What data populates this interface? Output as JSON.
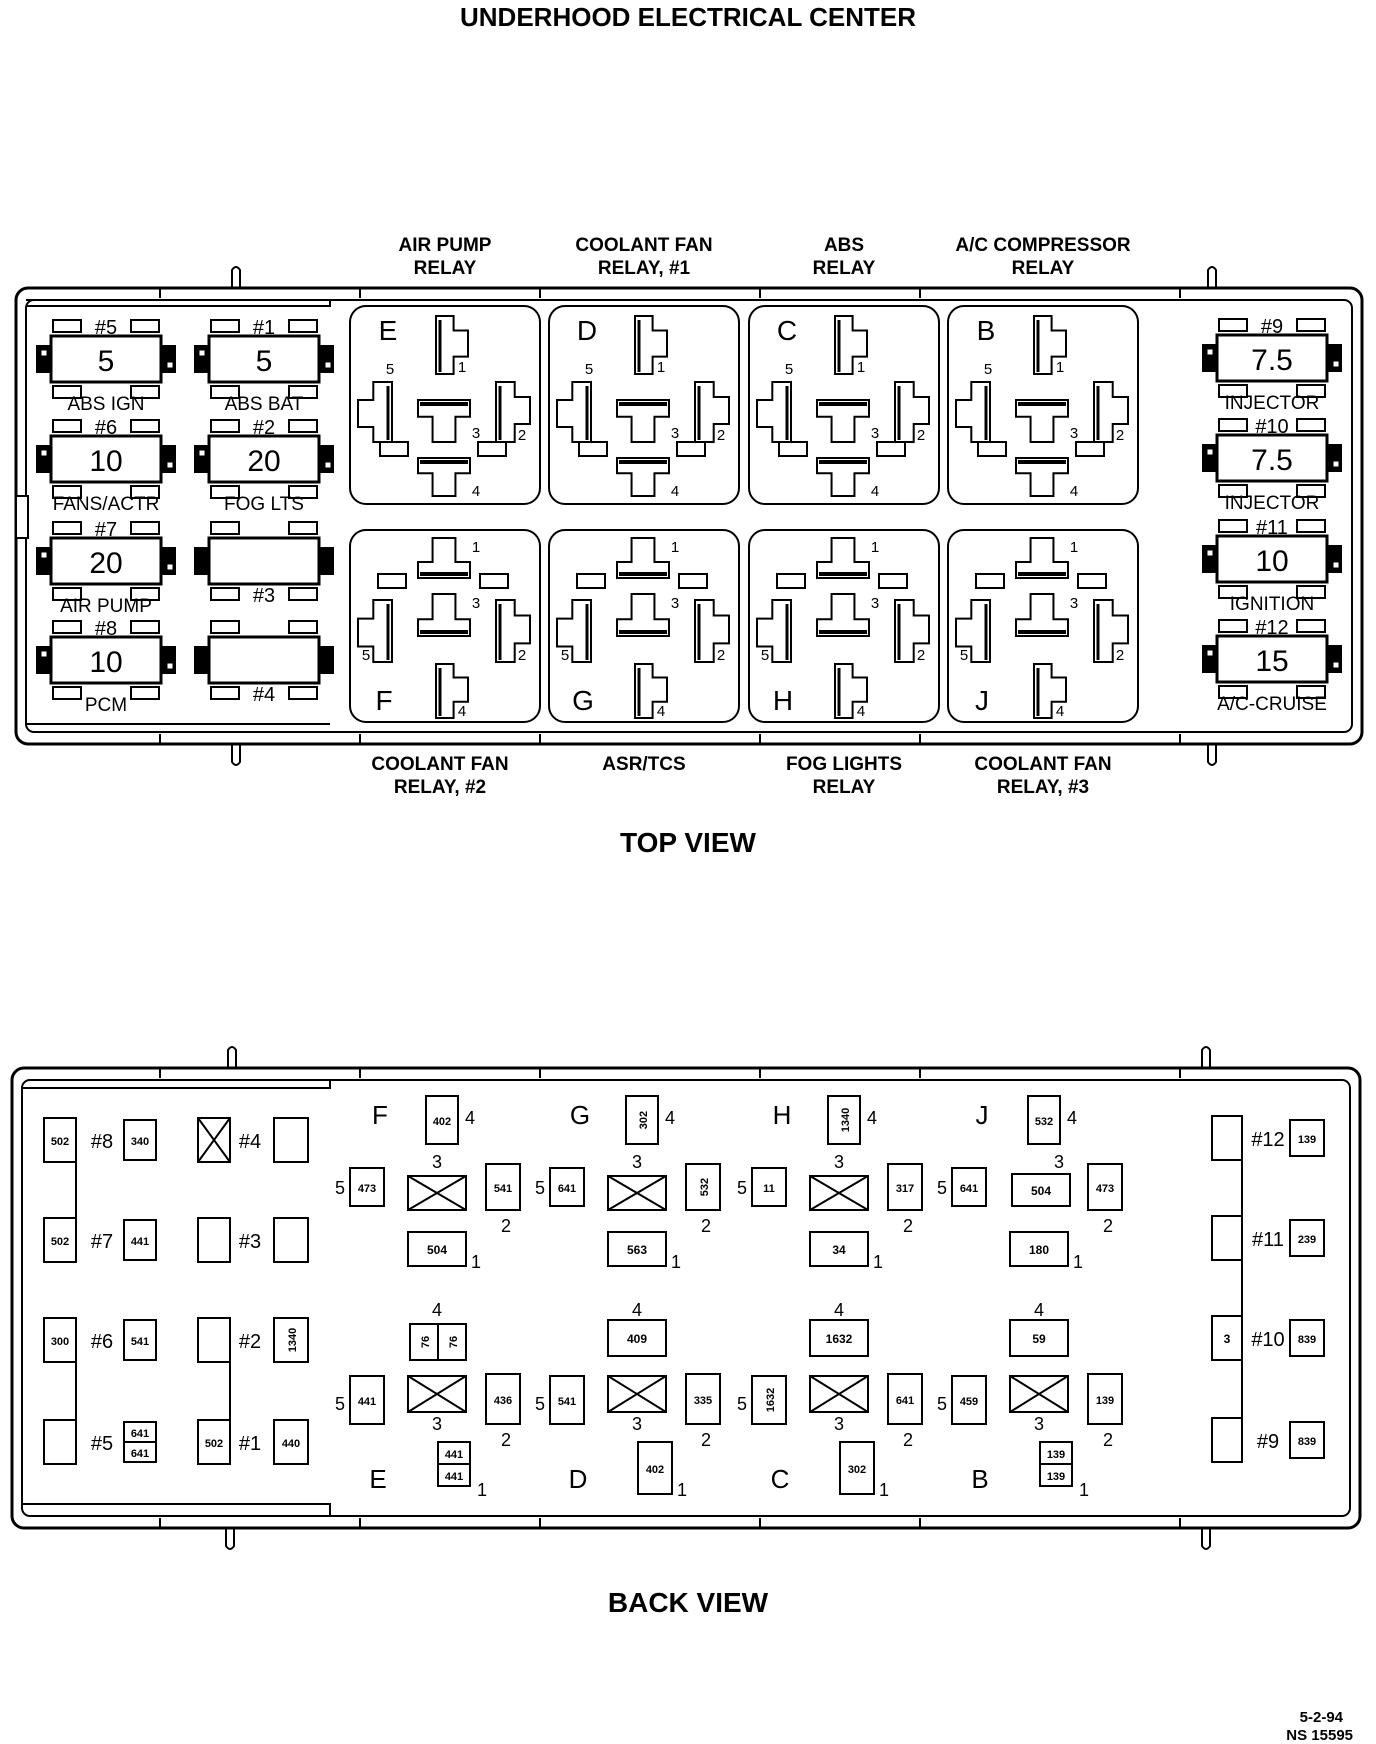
{
  "title": "UNDERHOOD ELECTRICAL CENTER",
  "top_view": {
    "caption": "TOP VIEW",
    "fuses_left": [
      {
        "num": "#5",
        "amp": "5",
        "label": "ABS IGN"
      },
      {
        "num": "#6",
        "amp": "10",
        "label": "FANS/ACTR"
      },
      {
        "num": "#7",
        "amp": "20",
        "label": "AIR PUMP"
      },
      {
        "num": "#8",
        "amp": "10",
        "label": "PCM"
      },
      {
        "num": "#1",
        "amp": "5",
        "label": "ABS BAT"
      },
      {
        "num": "#2",
        "amp": "20",
        "label": "FOG LTS"
      },
      {
        "num": "#3",
        "amp": "",
        "label": ""
      },
      {
        "num": "#4",
        "amp": "",
        "label": ""
      }
    ],
    "fuses_right": [
      {
        "num": "#9",
        "amp": "7.5",
        "label": "INJECTOR"
      },
      {
        "num": "#10",
        "amp": "7.5",
        "label": "INJECTOR"
      },
      {
        "num": "#11",
        "amp": "10",
        "label": "IGNITION"
      },
      {
        "num": "#12",
        "amp": "15",
        "label": "A/C-CRUISE"
      }
    ],
    "relays_top": [
      {
        "letter": "E",
        "label_lines": [
          "AIR PUMP",
          "RELAY"
        ]
      },
      {
        "letter": "D",
        "label_lines": [
          "COOLANT FAN",
          "RELAY, #1"
        ]
      },
      {
        "letter": "C",
        "label_lines": [
          "ABS",
          "RELAY"
        ]
      },
      {
        "letter": "B",
        "label_lines": [
          "A/C COMPRESSOR",
          "RELAY"
        ]
      }
    ],
    "relays_bottom": [
      {
        "letter": "F",
        "label_lines": [
          "COOLANT FAN",
          "RELAY, #2"
        ]
      },
      {
        "letter": "G",
        "label_lines": [
          "ASR/TCS"
        ]
      },
      {
        "letter": "H",
        "label_lines": [
          "FOG LIGHTS",
          "RELAY"
        ]
      },
      {
        "letter": "J",
        "label_lines": [
          "COOLANT FAN",
          "RELAY, #3"
        ]
      }
    ],
    "pin_numbers": [
      "1",
      "2",
      "3",
      "4",
      "5"
    ]
  },
  "back_view": {
    "caption": "BACK VIEW",
    "left_rows": [
      {
        "circ_a": "502",
        "num": "#8",
        "circ_b": "340"
      },
      {
        "circ_a": "502",
        "num": "#7",
        "circ_b": "441"
      },
      {
        "circ_a": "300",
        "num": "#6",
        "circ_b": "541"
      },
      {
        "circ_a": "",
        "num": "#5",
        "circ_b": "641",
        "circ_b2": "641"
      }
    ],
    "middle_rows": [
      {
        "circ_a": "",
        "num": "#4",
        "circ_b": ""
      },
      {
        "circ_a": "",
        "num": "#3",
        "circ_b": ""
      },
      {
        "circ_a": "",
        "num": "#2",
        "circ_b": "1340"
      },
      {
        "circ_a": "502",
        "num": "#1",
        "circ_b": "440"
      }
    ],
    "right_rows": [
      {
        "circ_a": "",
        "num": "#12",
        "circ_b": "139"
      },
      {
        "circ_a": "",
        "num": "#11",
        "circ_b": "239"
      },
      {
        "circ_a": "3",
        "num": "#10",
        "circ_b": "839"
      },
      {
        "circ_a": "",
        "num": "#9",
        "circ_b": "839"
      }
    ],
    "relays_top": [
      {
        "letter": "F",
        "p4": "402",
        "p5": "473",
        "p2": "541",
        "p1": "504"
      },
      {
        "letter": "G",
        "p4": "302",
        "p5": "641",
        "p2": "532",
        "p1": "563"
      },
      {
        "letter": "H",
        "p4": "1340",
        "p5": "11",
        "p2": "317",
        "p1": "34"
      },
      {
        "letter": "J",
        "p4": "532",
        "p5": "641",
        "p2": "473",
        "p3": "504",
        "p1": "180"
      }
    ],
    "relays_bottom": [
      {
        "letter": "E",
        "p4": "76",
        "p4b": "76",
        "p5": "441",
        "p2": "436",
        "p1": "441",
        "p1b": "441"
      },
      {
        "letter": "D",
        "p4": "409",
        "p5": "541",
        "p2": "335",
        "p1": "402"
      },
      {
        "letter": "C",
        "p4": "1632",
        "p5": "1632",
        "p2": "641",
        "p1": "302"
      },
      {
        "letter": "B",
        "p4": "59",
        "p5": "459",
        "p2": "139",
        "p1": "139",
        "p1b": "139"
      }
    ]
  },
  "footer": {
    "date": "5-2-94",
    "code": "NS 15595"
  }
}
